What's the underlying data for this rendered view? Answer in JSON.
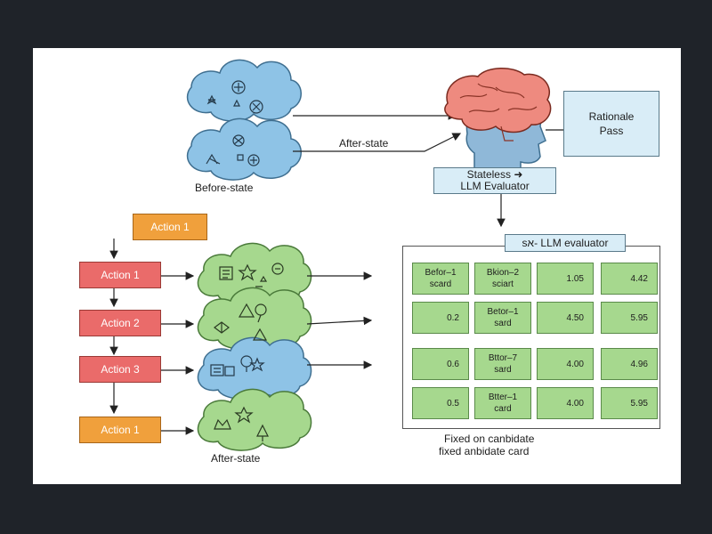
{
  "labels": {
    "before_state": "Before-state",
    "after_state_top": "After-state",
    "after_state_bottom": "After-state",
    "evaluator_line1": "Stateless ➜",
    "evaluator_line2": "LLM Evaluator",
    "rationale_line1": "Rationale",
    "rationale_line2": "Pass",
    "matrix_title": "sא- LLM evaluator",
    "caption_line1": "Fixed on canbidate",
    "caption_line2": "fixed anbidate card"
  },
  "actions": {
    "top": "Action 1",
    "row1": "Action 1",
    "row2": "Action 2",
    "row3": "Action 3",
    "bottom": "Action 1"
  },
  "grid": [
    [
      {
        "a": "Befor–1",
        "b": "scard"
      },
      {
        "a": "Bkion–2",
        "b": "sciart"
      },
      {
        "a": "1.05",
        "b": ""
      },
      {
        "a": "4.42",
        "b": ""
      }
    ],
    [
      {
        "a": "0.2",
        "b": ""
      },
      {
        "a": "Betor–1",
        "b": "sard"
      },
      {
        "a": "4.50",
        "b": ""
      },
      {
        "a": "5.95",
        "b": ""
      }
    ],
    [
      {
        "a": "0.6",
        "b": ""
      },
      {
        "a": "Bttor–7",
        "b": "sard"
      },
      {
        "a": "4.00",
        "b": ""
      },
      {
        "a": "4.96",
        "b": ""
      }
    ],
    [
      {
        "a": "0.5",
        "b": ""
      },
      {
        "a": "Btter–1",
        "b": "card"
      },
      {
        "a": "4.00",
        "b": ""
      },
      {
        "a": "5.95",
        "b": ""
      }
    ]
  ],
  "colors": {
    "blue_cloud": "#8ec3e6",
    "green_cloud": "#a6d88e",
    "red_box": "#ea6b6a",
    "orange_box": "#f0a03c",
    "panel": "#d9edf7",
    "brain": "#ee8a7f",
    "head": "#8fb8d8"
  },
  "icons": [
    "sparkle-icon",
    "gear-icon",
    "star-icon",
    "puzzle-icon",
    "lightbulb-icon",
    "triangle-icon",
    "cube-icon",
    "crown-icon",
    "brain-icon"
  ]
}
